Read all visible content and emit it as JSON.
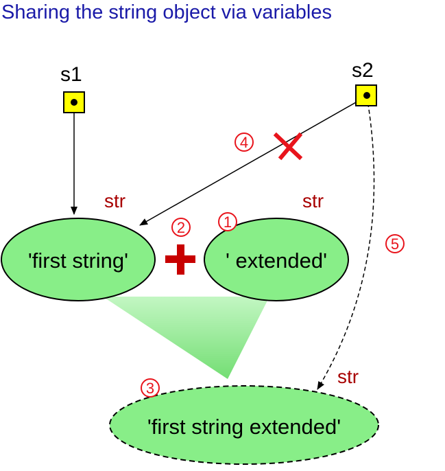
{
  "title": "Sharing the string object via variables",
  "variables": {
    "s1": "s1",
    "s2": "s2"
  },
  "objects": {
    "first": {
      "text": "'first string'",
      "type_label": "str"
    },
    "second": {
      "text": "' extended'",
      "type_label": "str"
    },
    "result": {
      "text": "'first string extended'",
      "type_label": "str"
    }
  },
  "steps": {
    "step1": "1",
    "step2": "2",
    "step3": "3",
    "step4": "4",
    "step5": "5"
  },
  "colors": {
    "title": "#1a1aa8",
    "type_label": "#a80000",
    "step_marker": "#e8141c",
    "object_fill": "#88ee88",
    "variable_box_fill": "#ffff00",
    "plus": "#c80000",
    "cross": "#e8141c"
  }
}
